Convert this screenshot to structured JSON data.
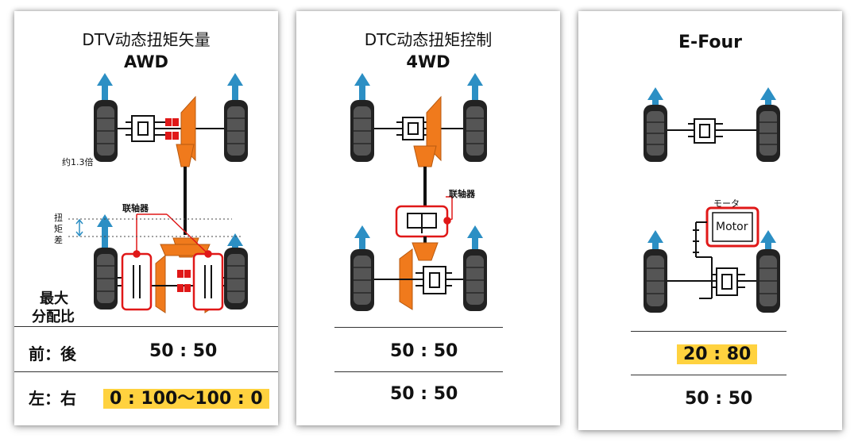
{
  "colors": {
    "arrow": "#2c8fc4",
    "gear": "#f07a1c",
    "coupling_red": "#e01818",
    "highlight": "#ffd23f"
  },
  "panels": [
    {
      "title": "DTV动态扭矩矢量",
      "subtitle": "AWD",
      "labels": {
        "ratio_note": "约1.3倍",
        "coupling": "联轴器",
        "torque_diff_1": "扭",
        "torque_diff_2": "矩",
        "torque_diff_3": "差",
        "max_dist_1": "最大",
        "max_dist_2": "分配比"
      },
      "rows": [
        {
          "label": "前：後",
          "value": "50 : 50",
          "highlight": false
        },
        {
          "label": "左：右",
          "value": "0 : 100～100 : 0",
          "highlight": true
        }
      ]
    },
    {
      "title": "DTC动态扭矩控制",
      "subtitle": "4WD",
      "labels": {
        "coupling": "联轴器"
      },
      "rows": [
        {
          "value": "50 : 50",
          "highlight": false
        },
        {
          "value": "50 : 50",
          "highlight": false
        }
      ]
    },
    {
      "title": "E-Four",
      "subtitle": "",
      "labels": {
        "motor_jp": "モータ",
        "motor": "Motor"
      },
      "rows": [
        {
          "value": "20 : 80",
          "highlight": true
        },
        {
          "value": "50 : 50",
          "highlight": false
        }
      ]
    }
  ]
}
